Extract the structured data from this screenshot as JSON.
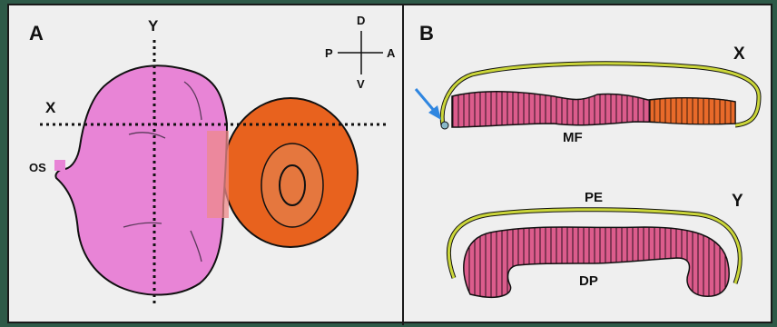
{
  "panel_a": {
    "letter": "A",
    "axis_y": "Y",
    "axis_x": "X",
    "label_os": "OS",
    "compass": {
      "dorsal": "D",
      "ventral": "V",
      "posterior": "P",
      "anterior": "A"
    }
  },
  "panel_b": {
    "letter": "B",
    "section_x": "X",
    "section_y": "Y",
    "label_mf": "MF",
    "label_pe": "PE",
    "label_dp": "DP"
  },
  "colors": {
    "pink": "#e884d6",
    "orange": "#e8621e",
    "red_stripes": "#d44a7a",
    "membrane": "#cbd63a",
    "arrow": "#2f86e0"
  }
}
